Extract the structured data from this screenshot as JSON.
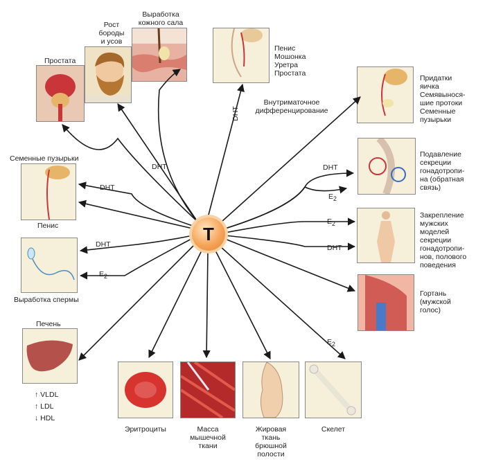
{
  "center": {
    "label": "T"
  },
  "labels": {
    "prostate": "Простата",
    "beard": "Рост\nбороды\nи усов",
    "sebum": "Выработка\nкожного сала",
    "top_center": "Пенис\nМошонка\nУретра\nПростата",
    "differentiation": "Внутриматочное\nдифференцирование",
    "epididymis": "Придатки\nяичка\nСемявынося-\nшие протоки\nСеменные\nпузырьки",
    "gonadotropin": "Подавление\nсекреции\nгонадотропи-\nна (обратная\nсвязь)",
    "male_model": "Закрепление\nмужских\nмоделей\nсекреции\nгонадотропи-\nнов, полового\nповедения",
    "larynx": "Гортань\n(мужской\nголос)",
    "seminal_vesicles": "Семенные пузырьки",
    "penis": "Пенис",
    "sperm": "Выработка спермы",
    "liver": "Печень",
    "erythrocytes": "Эритроциты",
    "muscle": "Масса\nмышечной\nткани",
    "fat": "Жировая\nткань\nбрюшной\nполости",
    "skeleton": "Скелет"
  },
  "hormones": {
    "dht": "DHT",
    "e2": "E",
    "e2_sub": "2"
  },
  "lipids": [
    {
      "arrow": "↑",
      "label": "VLDL"
    },
    {
      "arrow": "↑",
      "label": "LDL"
    },
    {
      "arrow": "↓",
      "label": "HDL"
    }
  ],
  "colors": {
    "center": "#f6a55a",
    "arrow": "#1a1a1a",
    "panel_bg": "#f6efd9",
    "red": "#c9363a"
  }
}
